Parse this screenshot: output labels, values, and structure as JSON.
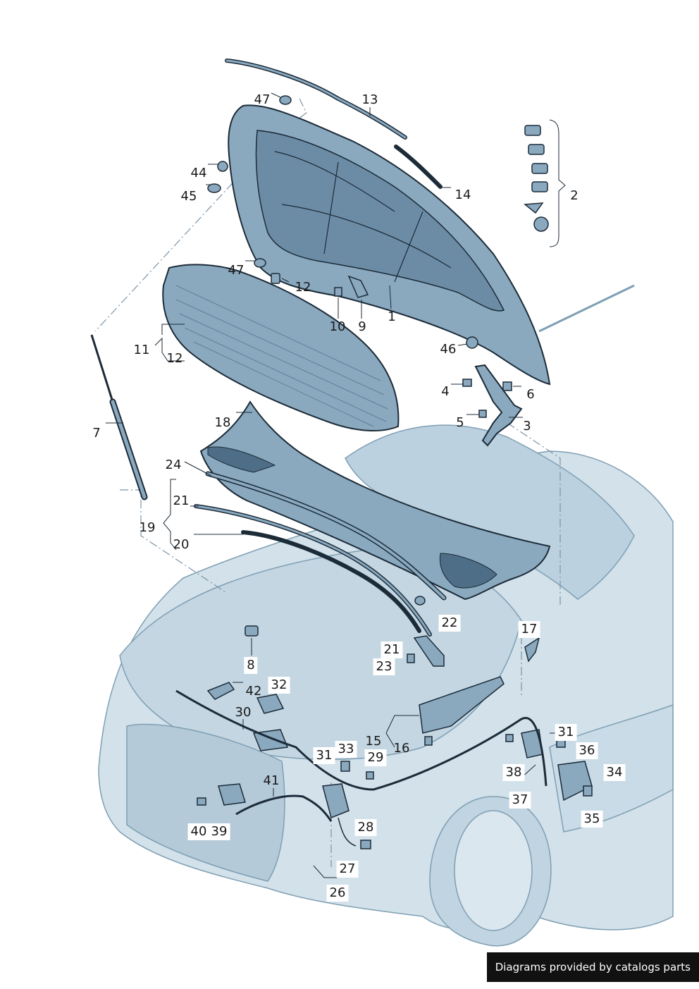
{
  "colors": {
    "part_fill": "#8aa9bf",
    "part_dark": "#5e7f98",
    "part_stroke": "#1c2b38",
    "car_fill": "#d2e1ea",
    "car_line": "#7f9fb3",
    "dash_line": "#7a94a8",
    "text": "#1a1a1a"
  },
  "labels": [
    {
      "id": "1",
      "text": "1"
    },
    {
      "id": "2",
      "text": "2"
    },
    {
      "id": "3",
      "text": "3"
    },
    {
      "id": "4",
      "text": "4"
    },
    {
      "id": "5",
      "text": "5"
    },
    {
      "id": "6",
      "text": "6"
    },
    {
      "id": "7",
      "text": "7"
    },
    {
      "id": "8",
      "text": "8"
    },
    {
      "id": "9",
      "text": "9"
    },
    {
      "id": "10",
      "text": "10"
    },
    {
      "id": "11",
      "text": "11"
    },
    {
      "id": "12a",
      "text": "12"
    },
    {
      "id": "12b",
      "text": "12"
    },
    {
      "id": "13",
      "text": "13"
    },
    {
      "id": "14",
      "text": "14"
    },
    {
      "id": "15",
      "text": "15"
    },
    {
      "id": "16",
      "text": "16"
    },
    {
      "id": "17",
      "text": "17"
    },
    {
      "id": "18",
      "text": "18"
    },
    {
      "id": "19",
      "text": "19"
    },
    {
      "id": "20",
      "text": "20"
    },
    {
      "id": "21a",
      "text": "21"
    },
    {
      "id": "21b",
      "text": "21"
    },
    {
      "id": "22",
      "text": "22"
    },
    {
      "id": "23",
      "text": "23"
    },
    {
      "id": "24",
      "text": "24"
    },
    {
      "id": "26",
      "text": "26"
    },
    {
      "id": "27",
      "text": "27"
    },
    {
      "id": "28",
      "text": "28"
    },
    {
      "id": "29",
      "text": "29"
    },
    {
      "id": "30",
      "text": "30"
    },
    {
      "id": "31a",
      "text": "31"
    },
    {
      "id": "31b",
      "text": "31"
    },
    {
      "id": "32",
      "text": "32"
    },
    {
      "id": "33",
      "text": "33"
    },
    {
      "id": "34",
      "text": "34"
    },
    {
      "id": "35",
      "text": "35"
    },
    {
      "id": "36",
      "text": "36"
    },
    {
      "id": "37",
      "text": "37"
    },
    {
      "id": "38",
      "text": "38"
    },
    {
      "id": "39",
      "text": "39"
    },
    {
      "id": "40",
      "text": "40"
    },
    {
      "id": "41",
      "text": "41"
    },
    {
      "id": "42",
      "text": "42"
    },
    {
      "id": "44",
      "text": "44"
    },
    {
      "id": "45",
      "text": "45"
    },
    {
      "id": "46",
      "text": "46"
    },
    {
      "id": "47a",
      "text": "47"
    },
    {
      "id": "47b",
      "text": "47"
    }
  ],
  "credit": "Diagrams provided by catalogs parts"
}
